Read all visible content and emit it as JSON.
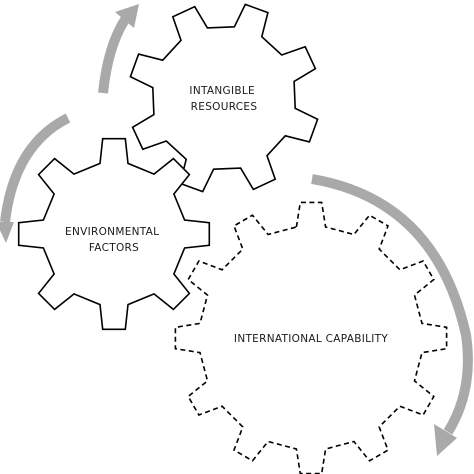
{
  "gears": {
    "intangible": {
      "label_lines": [
        "INTANGIBLE",
        "RESOURCES"
      ],
      "outline": "solid"
    },
    "environmental": {
      "label_lines": [
        "ENVIRONMENTAL",
        "FACTORS"
      ],
      "outline": "solid"
    },
    "international": {
      "label_lines": [
        "INTERNATIONAL CAPABILITY"
      ],
      "outline": "dashed"
    }
  },
  "colors": {
    "gear_stroke": "#000000",
    "gear_fill": "#ffffff",
    "arrow": "#a9a9a9",
    "text": "#1a1a1a"
  }
}
